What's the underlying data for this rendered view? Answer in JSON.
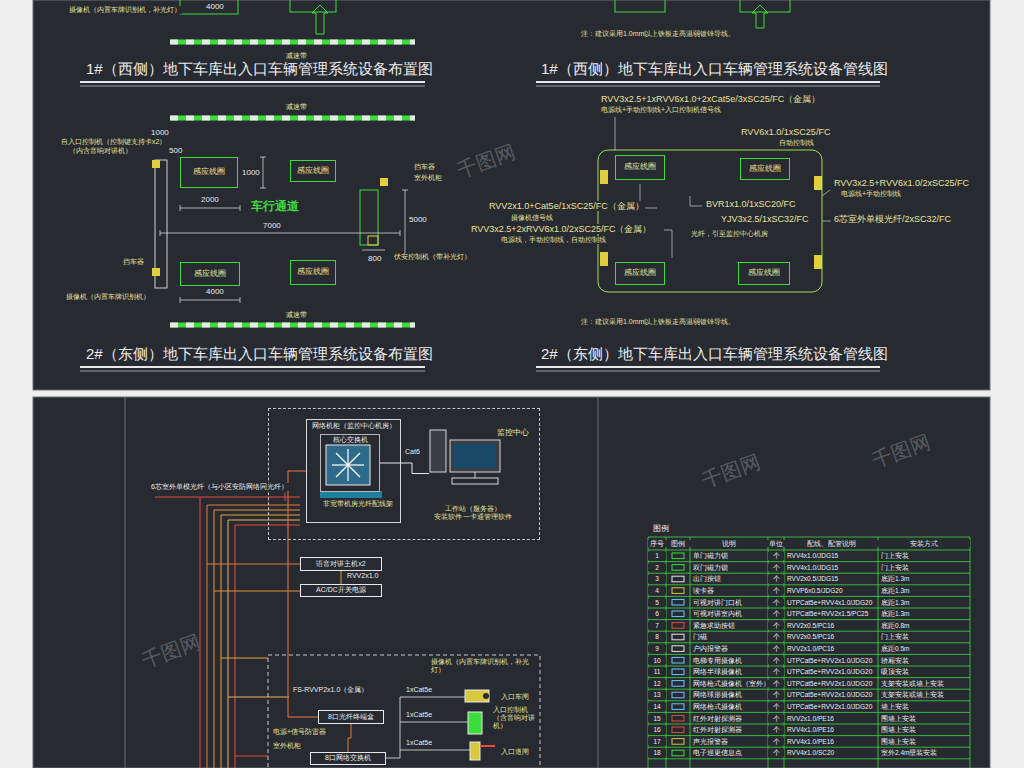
{
  "diagram": {
    "nodes": [
      {
        "text": [
          "感应线圈"
        ]
      },
      {
        "text": [
          "感应线圈"
        ]
      },
      {
        "text": [
          "感应线圈"
        ]
      },
      {
        "text": [
          "感应线圈"
        ]
      },
      {
        "text": [
          "感应线圈"
        ]
      },
      {
        "text": [
          "感应线圈"
        ]
      },
      {
        "text": [
          "感应线圈"
        ]
      },
      {
        "text": [
          "感应线圈"
        ]
      },
      {
        "text": [
          "监控中心"
        ]
      },
      {
        "text": [
          "网络机柜（监控中心机房）"
        ],
        "in": 8
      },
      {
        "text": [
          "核心交换机"
        ],
        "in": 9
      },
      {
        "text": [
          "工作站（服务器）",
          "安装软件 一卡通管理软件"
        ],
        "in": 8
      },
      {
        "text": [
          "语音对讲主机x2"
        ]
      },
      {
        "text": [
          "AC/DC开关电源"
        ]
      },
      {
        "text": [
          "8口光纤终端盒"
        ]
      },
      {
        "text": [
          "8口网络交换机"
        ]
      }
    ],
    "edges": [
      {
        "from": 10,
        "to": 11,
        "label": "Cat6",
        "arrow": "none"
      },
      {
        "from": 12,
        "to": 13,
        "label": "RVV2x1.0",
        "arrow": "none"
      },
      {
        "from": 9,
        "to": 14,
        "arrow": "none"
      },
      {
        "from": 14,
        "to": 15,
        "arrow": "none"
      }
    ],
    "labels": [
      "摄像机（内置车牌识别机，补光灯）",
      "4000",
      "减速带",
      "注：建议采用1.0mm以上铁板走高温弱镀锌导线。",
      "1#（西侧）地下车库出入口车辆管理系统设备布置图",
      "1#（西侧）地下车库出入口车辆管理系统设备管线图",
      "减速带",
      "1000",
      "自入口控制机（控制键支持卡x2）",
      "（内含音响对讲机）",
      "500",
      "1000",
      "挡车器",
      "室外机柜",
      "2000",
      "车行通道",
      "7000",
      "5000",
      "800",
      "伏安控制机（带补光灯）",
      "挡车器",
      "4000",
      "摄像机（内置车牌识别机）",
      "减速带",
      "2#（东侧）地下车库出入口车辆管理系统设备布置图",
      "RVV3x2.5+1xRVV6x1.0+2xCat5e/3xSC25/FC（金属）",
      "电源线+手动控制线+入口控制机信号线",
      "RVV6x1.0/1xSC25/FC",
      "自动控制线",
      "RVV3x2.5+RVV6x1.0/2xSC25/FC",
      "电源线+手动控制线",
      "RVV2x1.0+Cat5e/1xSC25/FC（金属）",
      "摄像机信号线",
      "RVV3x2.5+2xRVV6x1.0/2xSC25/FC（金属）",
      "电源线，手动控制线，自动控制线",
      "BVR1x1.0/1xSC20/FC",
      "YJV3x2.5/1xSC32/FC",
      "6芯室外单模光纤/2xSC32/FC",
      "光纤，引至监控中心机房",
      "注：建议采用1.0mm以上铁板走高温弱镀锌导线。",
      "2#（东侧）地下车库出入口车辆管理系统设备管线图",
      "6芯室外单模光纤（与小区安防网络同光纤）",
      "非宽带机房光纤配线架",
      "FS-RVVP2x1.0（金属）",
      "1xCat5e",
      "摄像机（内置车牌识别机，补光灯）",
      "入口车闸",
      "1xCat5e",
      "入口控制机（含音响对讲机）",
      "1xCat5e",
      "入口道闸",
      "电源+信号防雷器",
      "室外机柜",
      "图例",
      "序号",
      "图例",
      "说明",
      "单位",
      "配线、配管说明",
      "安装方式",
      "1",
      "单门磁力锁",
      "个",
      "RVV4x1.0/JDG15",
      "门上安装",
      "2",
      "双门磁力锁",
      "个",
      "RVV4x1.0/JDG15",
      "门上安装",
      "3",
      "出门按钮",
      "个",
      "RVV2x0.5/JDG15",
      "底距1.3m",
      "4",
      "读卡器",
      "个",
      "RVVP6x0.5/JDG20",
      "底距1.3m",
      "5",
      "可视对讲门口机",
      "个",
      "UTPCat5e+RVV4x1.0/JDG20",
      "底距1.3m",
      "6",
      "可视对讲室内机",
      "个",
      "UTPCat5e+RVV2x1.5/PC25",
      "底距1.3m",
      "7",
      "紧急求助按钮",
      "个",
      "RVV2x0.5/PC16",
      "底距0.8m",
      "8",
      "门磁",
      "个",
      "RVV2x0.5/PC16",
      "门上安装",
      "9",
      "户内报警器",
      "个",
      "RVV2x1.0/PC16",
      "底距0.5m",
      "10",
      "电梯专用摄像机",
      "个",
      "UTPCat5e+RVV2x1.0/JDG20",
      "轿厢安装",
      "11",
      "网络半球摄像机",
      "个",
      "UTPCat5e+RVV2x1.0/JDG20",
      "吸顶安装",
      "12",
      "网络枪式摄像机（室外）",
      "个",
      "UTPCat5e+RVV2x1.0/JDG20",
      "支架安装或墙上安装",
      "13",
      "网络球形摄像机",
      "个",
      "UTPCat5e+RVV2x1.0/JDG20",
      "支架安装或墙上安装",
      "14",
      "网络枪式摄像机",
      "个",
      "UTPCat5e+RVV2x1.0/JDG20",
      "墙上安装",
      "15",
      "红外对射探测器",
      "个",
      "RVV2x1.0/PE16",
      "围墙上安装",
      "16",
      "红外对射探测器",
      "个",
      "RVV4x1.0/PE16",
      "围墙上安装",
      "17",
      "声光报警器",
      "个",
      "RVV4x1.0/PE16",
      "围墙上安装",
      "18",
      "电子巡更信息点",
      "个",
      "RVV4x1.0/SC20",
      "室外2.4m壁装安装",
      "千图网",
      "千图网",
      "千图网",
      "千图网"
    ]
  }
}
